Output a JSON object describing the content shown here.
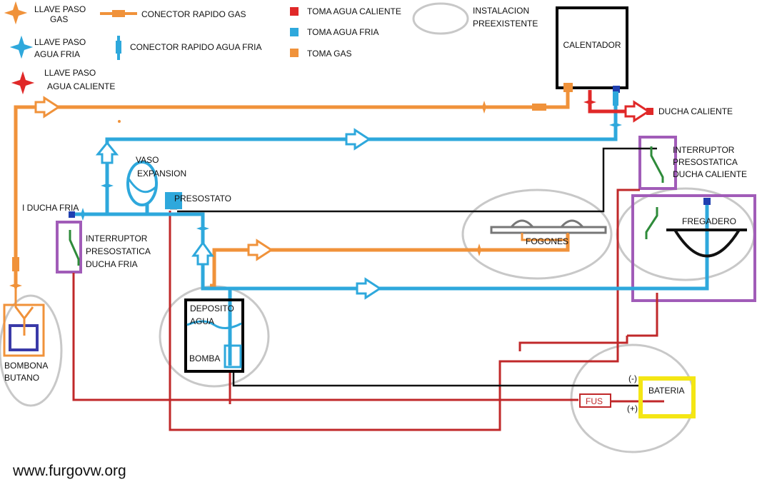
{
  "colors": {
    "gas": "#f0923a",
    "cold": "#2ea8dc",
    "hot": "#e02828",
    "wire_pos": "#c0282a",
    "wire_neg": "#111111",
    "switch": "#2e8b3a",
    "existing": "#c8c8c8",
    "purple": "#a15cb8",
    "battery": "#f4e614",
    "cold_dark": "#1f3fb0"
  },
  "legend": {
    "gas_valve": "LLAVE PASO\nGAS",
    "gas_connector": "CONECTOR RAPIDO GAS",
    "hot_outlet": "TOMA AGUA CALIENTE",
    "existing": "INSTALACION\nPREEXISTENTE",
    "cold_valve": "LLAVE PASO\nAGUA FRIA",
    "cold_connector": "CONECTOR RAPIDO AGUA FRIA",
    "cold_outlet": "TOMA AGUA FRIA",
    "gas_outlet": "TOMA GAS",
    "hot_valve": "LLAVE PASO\nAGUA CALIENTE"
  },
  "labels": {
    "heater": "CALENTADOR",
    "hot_shower": "DUCHA CALIENTE",
    "expansion_vessel": "VASO\nEXPANSION",
    "pressure_switch": "PRESOSTATO",
    "cold_shower": "I DUCHA FRIA",
    "switch_cold": "INTERRUPTOR\nPRESOSTATICA\nDUCHA FRIA",
    "switch_hot": "INTERRUPTOR\nPRESOSTATICA\nDUCHA CALIENTE",
    "stoves": "FOGONES",
    "sink": "FREGADERO",
    "tank": "DEPOSITO\nAGUA",
    "pump": "BOMBA",
    "butane": "BOMBONA\nBUTANO",
    "battery": "BATERIA",
    "fuse": "FUS",
    "negative": "(-)",
    "positive": "(+)"
  },
  "watermark": "www.furgovw.org"
}
